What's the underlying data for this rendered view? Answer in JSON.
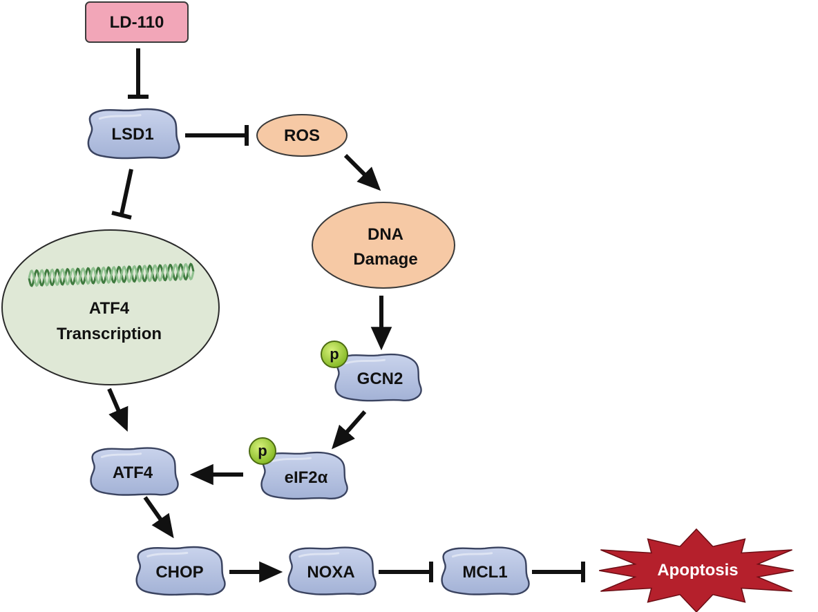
{
  "nodes": {
    "ld110": "LD-110",
    "lsd1": "LSD1",
    "ros": "ROS",
    "dna_line1": "DNA",
    "dna_line2": "Damage",
    "atf4t_line1": "ATF4",
    "atf4t_line2": "Transcription",
    "gcn2": "GCN2",
    "eif2a": "eIF2α",
    "atf4": "ATF4",
    "chop": "CHOP",
    "noxa": "NOXA",
    "mcl1": "MCL1",
    "apoptosis": "Apoptosis"
  },
  "phospho_label": "p",
  "edges": [
    {
      "from": "LD-110",
      "to": "LSD1",
      "type": "inhibition"
    },
    {
      "from": "LSD1",
      "to": "ROS",
      "type": "inhibition"
    },
    {
      "from": "LSD1",
      "to": "ATF4 Transcription",
      "type": "inhibition"
    },
    {
      "from": "ROS",
      "to": "DNA Damage",
      "type": "activation"
    },
    {
      "from": "DNA Damage",
      "to": "GCN2",
      "type": "activation"
    },
    {
      "from": "GCN2",
      "to": "eIF2α",
      "type": "activation"
    },
    {
      "from": "eIF2α",
      "to": "ATF4",
      "type": "activation"
    },
    {
      "from": "ATF4 Transcription",
      "to": "ATF4",
      "type": "activation"
    },
    {
      "from": "ATF4",
      "to": "CHOP",
      "type": "activation"
    },
    {
      "from": "CHOP",
      "to": "NOXA",
      "type": "activation"
    },
    {
      "from": "NOXA",
      "to": "MCL1",
      "type": "inhibition"
    },
    {
      "from": "MCL1",
      "to": "Apoptosis",
      "type": "inhibition"
    }
  ],
  "colors": {
    "protein_fill": "#b4c2e0",
    "protein_stroke": "#3a4360",
    "ld110_fill": "#f2a6b8",
    "ros_fill": "#f6c9a5",
    "dna_fill": "#f6c9a5",
    "nucleus_fill": "#dfe8d6",
    "phospho_fill": "#a6d33a",
    "apoptosis_fill": "#b5202c",
    "arrow": "#111111"
  }
}
